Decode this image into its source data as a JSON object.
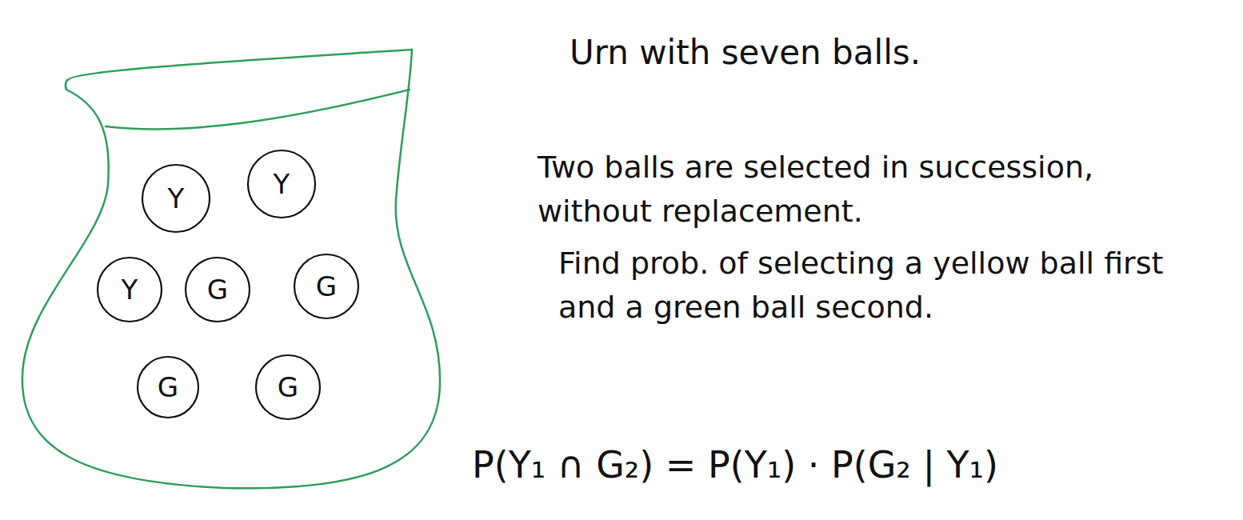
{
  "diagram": {
    "nodes": [
      {
        "text": [
          "Y"
        ]
      },
      {
        "text": [
          "Y"
        ]
      },
      {
        "text": [
          "Y"
        ]
      },
      {
        "text": [
          "G"
        ]
      },
      {
        "text": [
          "G"
        ]
      },
      {
        "text": [
          "G"
        ]
      },
      {
        "text": [
          "G"
        ]
      }
    ],
    "labels": [
      "Urn with seven balls.",
      "Two balls are selected in succession, without replacement.",
      "Find prob. of selecting a yellow ball first and a green ball second.",
      "P(Y₁ ∩ G₂) = P(Y₁) · P(G₂ | Y₁)"
    ]
  }
}
